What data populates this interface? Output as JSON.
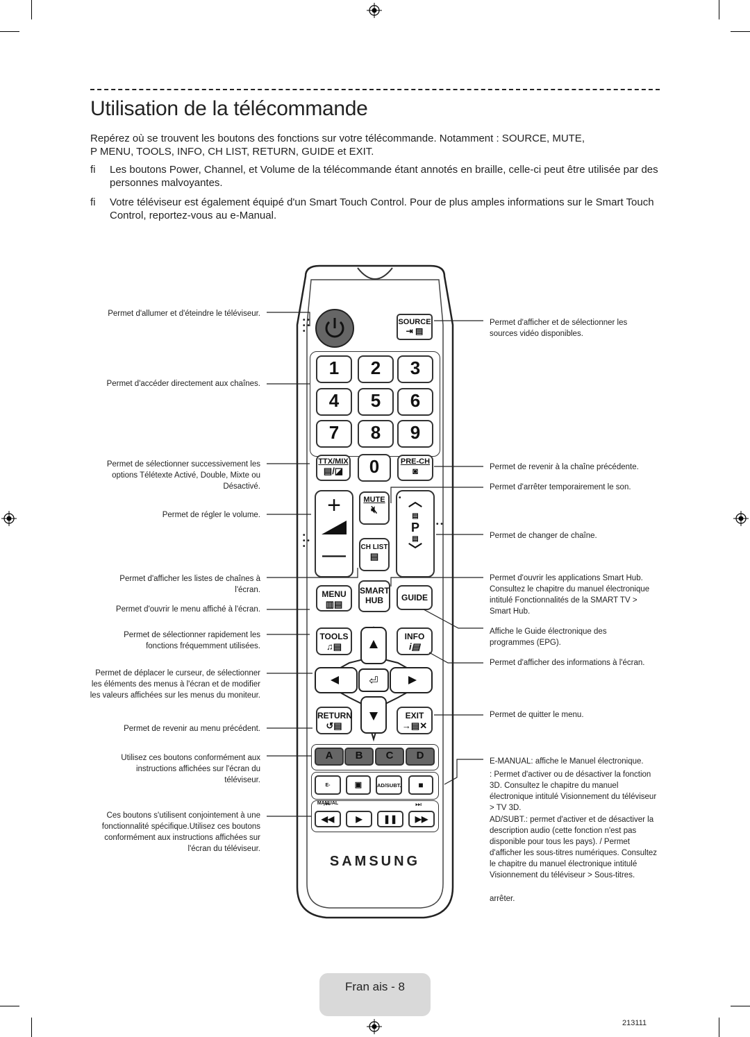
{
  "page": {
    "title": "Utilisation de la télécommande",
    "intro_line1": "Repérez où se trouvent les boutons des fonctions sur votre télécommande. Notamment : SOURCE, MUTE, ",
    "intro_line2": "P MENU, TOOLS, INFO, CH LIST, RETURN, GUIDE et EXIT.",
    "bullet_mark": "ﬁ",
    "bullet1": "Les boutons Power, Channel, et Volume de la télécommande étant annotés en braille, celle-ci peut être utilisée par des personnes malvoyantes.",
    "bullet2": "Votre téléviseur est également équipé d'un Smart Touch Control. Pour de plus amples informations sur le Smart Touch Control, reportez-vous au e-Manual.",
    "footer": "Fran ais - 8",
    "code_left": "",
    "code_right": "213111"
  },
  "labels_left": {
    "power": "Permet d'allumer et d'éteindre le téléviseur.",
    "numbers": "Permet d'accéder directement aux chaînes.",
    "ttx": "Permet de sélectionner successivement les options Télétexte Activé, Double, Mixte ou Désactivé.",
    "volume": "Permet de régler le volume.",
    "chlist": "Permet d'afficher les listes de chaînes à l'écran.",
    "menu": "Permet d'ouvrir le menu affiché à l'écran.",
    "tools": "Permet de sélectionner rapidement les fonctions fréquemment utilisées.",
    "cursor": "Permet de déplacer le curseur, de sélectionner les éléments des menus à l'écran et de modifier les valeurs affichées sur les menus du moniteur.",
    "return": "Permet de revenir au menu précédent.",
    "colors": "Utilisez ces boutons conformément aux instructions affichées sur l'écran du téléviseur.",
    "media": "Ces boutons s'utilisent conjointement à une fonctionnalité spécifique.Utilisez ces boutons conformément aux instructions affichées sur l'écran du téléviseur."
  },
  "labels_right": {
    "source": "Permet d'afficher et de sélectionner les sources vidéo disponibles.",
    "prech": "Permet de revenir à la chaîne précédente.",
    "mute": "Permet d'arrêter temporairement le son.",
    "channel": "Permet de changer de chaîne.",
    "smarthub": "Permet d'ouvrir les applications Smart Hub. Consultez le chapitre du manuel électronique intitulé Fonctionnalités de la SMART TV > Smart Hub.",
    "guide": "Affiche le Guide électronique des programmes (EPG).",
    "info": "Permet d'afficher des informations à l'écran.",
    "exit": "Permet de quitter le menu.",
    "emanual": "E-MANUAL: affiche le Manuel électronique.",
    "3d": " : Permet d'activer ou de désactiver la fonction 3D. Consultez le chapitre du manuel électronique intitulé Visionnement du téléviseur > TV 3D.",
    "adsubt": "AD/SUBT.: permet d'activer et de désactiver la description audio (cette fonction n'est pas disponible pour tous les pays). / Permet d'afficher les sous-titres numériques. Consultez le chapitre du manuel électronique intitulé Visionnement du téléviseur > Sous-titres.",
    "stop": "arrêter."
  },
  "remote": {
    "source": "SOURCE",
    "digits": [
      "1",
      "2",
      "3",
      "4",
      "5",
      "6",
      "7",
      "8",
      "9"
    ],
    "zero": "0",
    "ttx": "TTX/MIX",
    "prech": "PRE-CH",
    "mute": "MUTE",
    "p": "P",
    "chlist": "CH LIST",
    "menu": "MENU",
    "smart": "SMART",
    "hub": "HUB",
    "guide": "GUIDE",
    "tools": "TOOLS",
    "info": "INFO",
    "return": "RETURN",
    "exit": "EXIT",
    "a": "A",
    "b": "B",
    "c": "C",
    "d": "D",
    "emanual": "E-MANUAL",
    "adsubt": "AD/SUBT.",
    "brand": "SAMSUNG"
  }
}
